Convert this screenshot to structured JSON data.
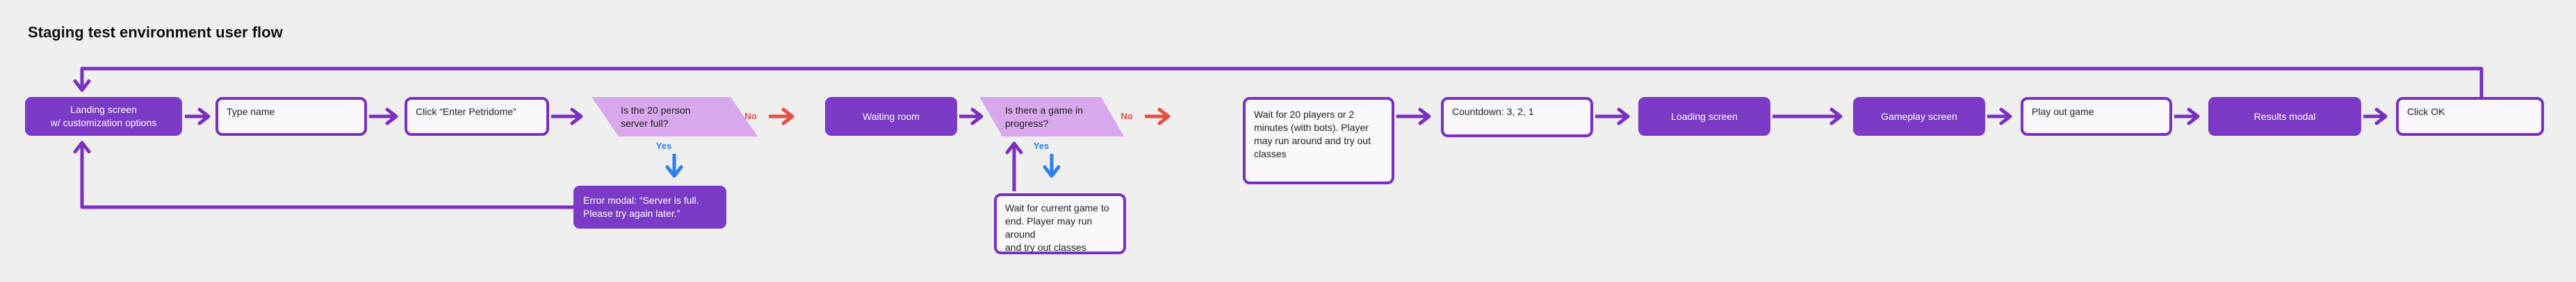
{
  "title": "Staging test environment user flow",
  "colors": {
    "background": "#f0eff0",
    "purple_fill": "#7c3bc6",
    "purple_stroke": "#7b2fc0",
    "decision_fill": "#d9a7ec",
    "action_fill": "#faf8fc",
    "no_red": "#e64f42",
    "yes_blue": "#2d7ff0",
    "text_dark": "#1e1e1e",
    "text_light": "#ffffff"
  },
  "nodes": {
    "landing": {
      "label": "Landing screen\nw/ customization options",
      "type": "screen"
    },
    "type_name": {
      "label": "Type name",
      "type": "action"
    },
    "click_enter": {
      "label": "Click “Enter Petridome”",
      "type": "action"
    },
    "server_full_decision": {
      "label": "Is the 20 person\nserver full?",
      "type": "decision"
    },
    "error_modal": {
      "label": "Error modal: “Server is full.\nPlease try again later.”",
      "type": "screen"
    },
    "waiting_room": {
      "label": "Waiting room",
      "type": "screen"
    },
    "game_in_progress_decision": {
      "label": "Is there a game in\nprogress?",
      "type": "decision"
    },
    "wait_current_game": {
      "label": "Wait for current game to\nend. Player may run around\nand try out classes",
      "type": "action"
    },
    "wait_for_players": {
      "label": "Wait for 20 players or 2\nminutes (with bots). Player\nmay run around and try out\nclasses",
      "type": "action"
    },
    "countdown": {
      "label": "Countdown: 3, 2, 1",
      "type": "action"
    },
    "loading_screen": {
      "label": "Loading screen",
      "type": "screen"
    },
    "gameplay_screen": {
      "label": "Gameplay screen",
      "type": "screen"
    },
    "play_out_game": {
      "label": "Play out game",
      "type": "action"
    },
    "results_modal": {
      "label": "Results modal",
      "type": "screen"
    },
    "click_ok": {
      "label": "Click OK",
      "type": "action"
    }
  },
  "edge_labels": {
    "no_server_full": "No",
    "yes_server_full": "Yes",
    "no_game_in_progress": "No",
    "yes_game_in_progress": "Yes"
  }
}
